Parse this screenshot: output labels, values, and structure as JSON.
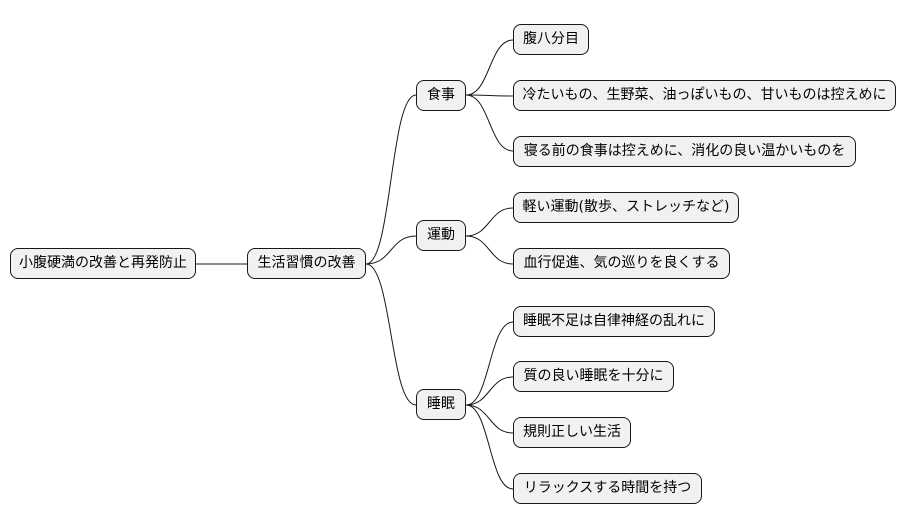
{
  "colors": {
    "node_fill": "#f1f1f1",
    "node_border": "#181818",
    "link": "#181818",
    "text": "#000000"
  },
  "root": {
    "label": "小腹硬満の改善と再発防止"
  },
  "branch": {
    "label": "生活習慣の改善"
  },
  "categories": [
    {
      "label": "食事",
      "items": [
        "腹八分目",
        "冷たいもの、生野菜、油っぽいもの、甘いものは控えめに",
        "寝る前の食事は控えめに、消化の良い温かいものを"
      ]
    },
    {
      "label": "運動",
      "items": [
        "軽い運動(散歩、ストレッチなど)",
        "血行促進、気の巡りを良くする"
      ]
    },
    {
      "label": "睡眠",
      "items": [
        "睡眠不足は自律神経の乱れに",
        "質の良い睡眠を十分に",
        "規則正しい生活",
        "リラックスする時間を持つ"
      ]
    }
  ]
}
